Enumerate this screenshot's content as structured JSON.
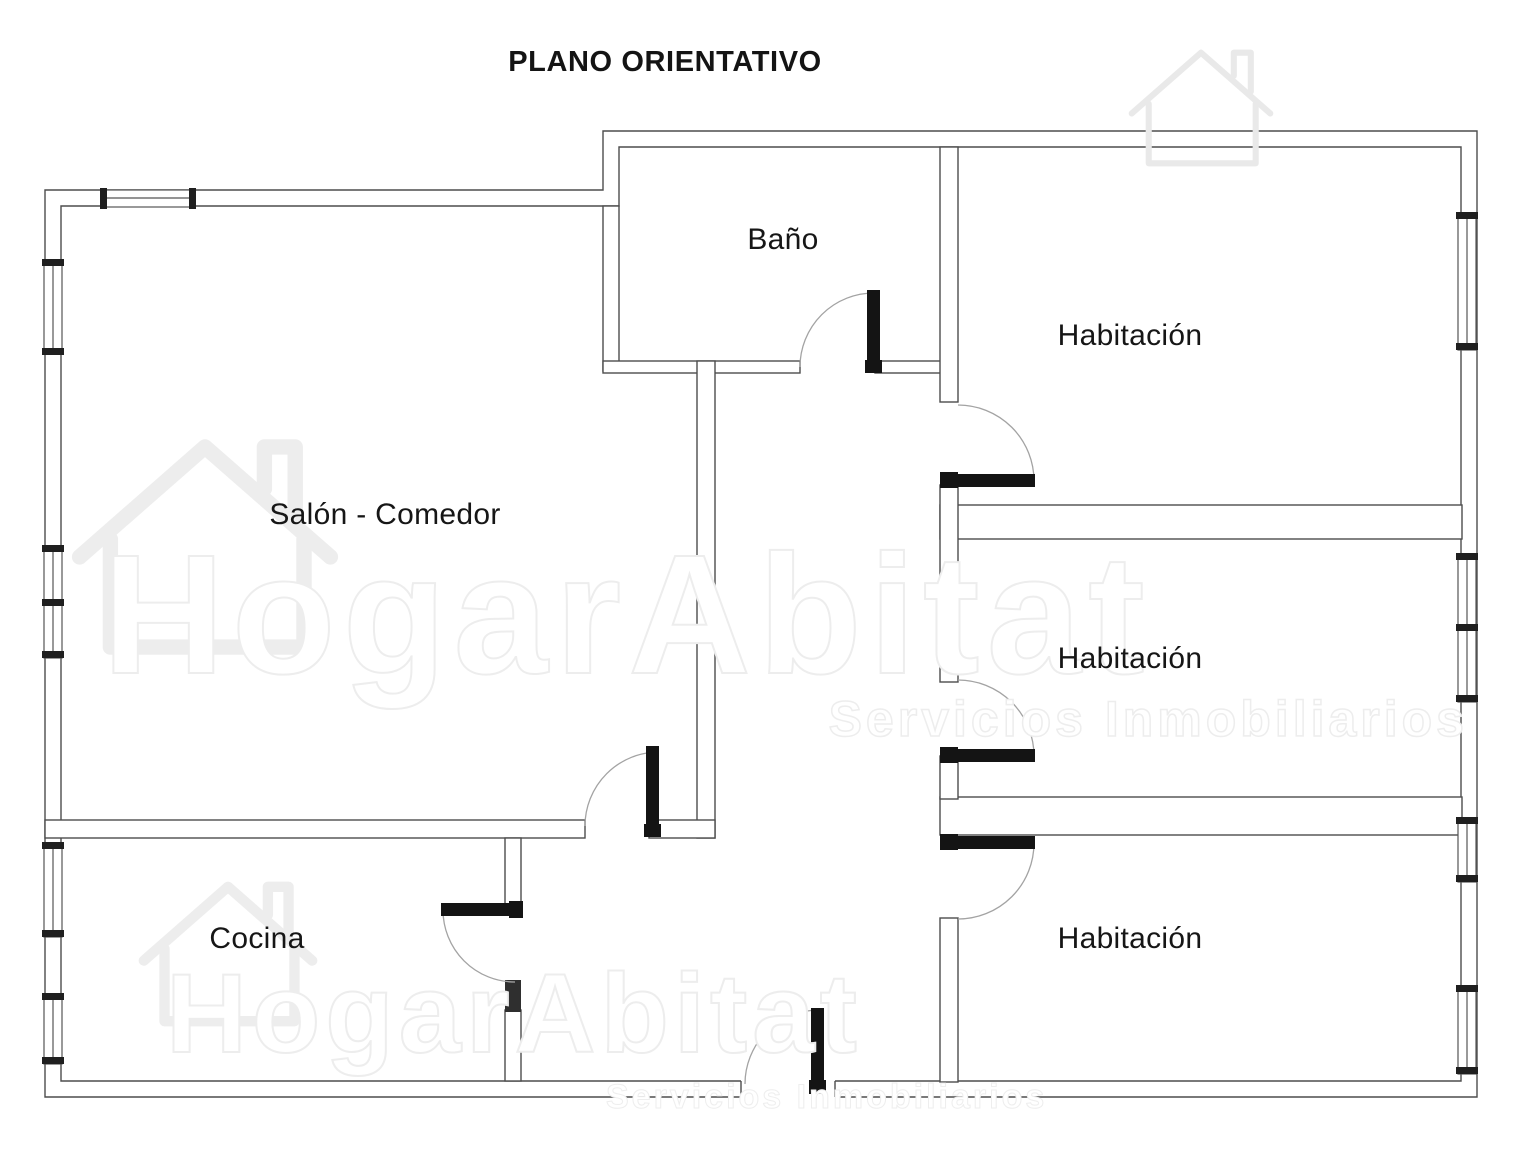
{
  "title": "PLANO ORIENTATIVO",
  "rooms": {
    "bathroom": "Baño",
    "bedroom_top": "Habitación",
    "bedroom_middle": "Habitación",
    "bedroom_bottom": "Habitación",
    "living_dining": "Salón - Comedor",
    "kitchen": "Cocina"
  },
  "watermark": {
    "brand": "HogarAbitat",
    "tagline": "Servicios Inmobiliarios"
  },
  "colors": {
    "wall_line": "#4d4d4d",
    "door_leaf": "#141414",
    "door_arc": "#a3a3a3",
    "window_cap": "#1f1f1f",
    "watermark": "#ededed",
    "label_text": "#161616",
    "background": "#ffffff"
  }
}
